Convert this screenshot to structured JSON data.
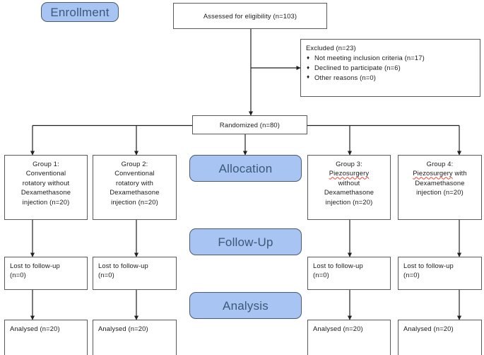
{
  "diagram": {
    "title": "CONSORT participant flow diagram",
    "accent_color": "#a7c4f2",
    "stage_text_color": "#3d5878",
    "box_border_color": "#595959",
    "line_color": "#231f20",
    "spellcheck_underline_color": "#e8443a"
  },
  "stages": {
    "enrollment": "Enrollment",
    "allocation": "Allocation",
    "followup": "Follow-Up",
    "analysis": "Analysis"
  },
  "enrollment": {
    "assessed": "Assessed for eligibility (n=103)",
    "excluded_title": "Excluded (n=23)",
    "excluded_reasons": [
      "Not meeting inclusion criteria (n=17)",
      "Declined to participate (n=6)",
      "Other reasons (n=0)"
    ],
    "randomized": "Randomized (n=80)"
  },
  "groups": [
    {
      "id": "group-1",
      "heading": "Group 1:",
      "lines": [
        "Conventional",
        "rotatory without",
        "Dexamethasone",
        "injection (n=20)"
      ],
      "misspelled_word": "",
      "lost_to_followup": [
        "Lost to follow-up",
        "(n=0)"
      ],
      "analysed": "Analysed (n=20)"
    },
    {
      "id": "group-2",
      "heading": "Group 2:",
      "lines": [
        "Conventional",
        "rotatory with",
        "Dexamethasone",
        "injection (n=20)"
      ],
      "misspelled_word": "",
      "lost_to_followup": [
        "Lost to follow-up",
        "(n=0)"
      ],
      "analysed": "Analysed (n=20)"
    },
    {
      "id": "group-3",
      "heading": "Group 3:",
      "lines": [
        "Piezosurgery",
        "without",
        "Dexamethasone",
        "injection (n=20)"
      ],
      "misspelled_word": "Piezosurgery",
      "lost_to_followup": [
        "Lost to follow-up",
        "(n=0)"
      ],
      "analysed": "Analysed (n=20)"
    },
    {
      "id": "group-4",
      "heading": "Group 4:",
      "lines": [
        "Piezosurgery with",
        "Dexamethasone",
        "injection (n=20)"
      ],
      "misspelled_word": "Piezosurgery",
      "lost_to_followup": [
        "Lost to follow-up",
        "(n=0)"
      ],
      "analysed": "Analysed (n=20)"
    }
  ]
}
